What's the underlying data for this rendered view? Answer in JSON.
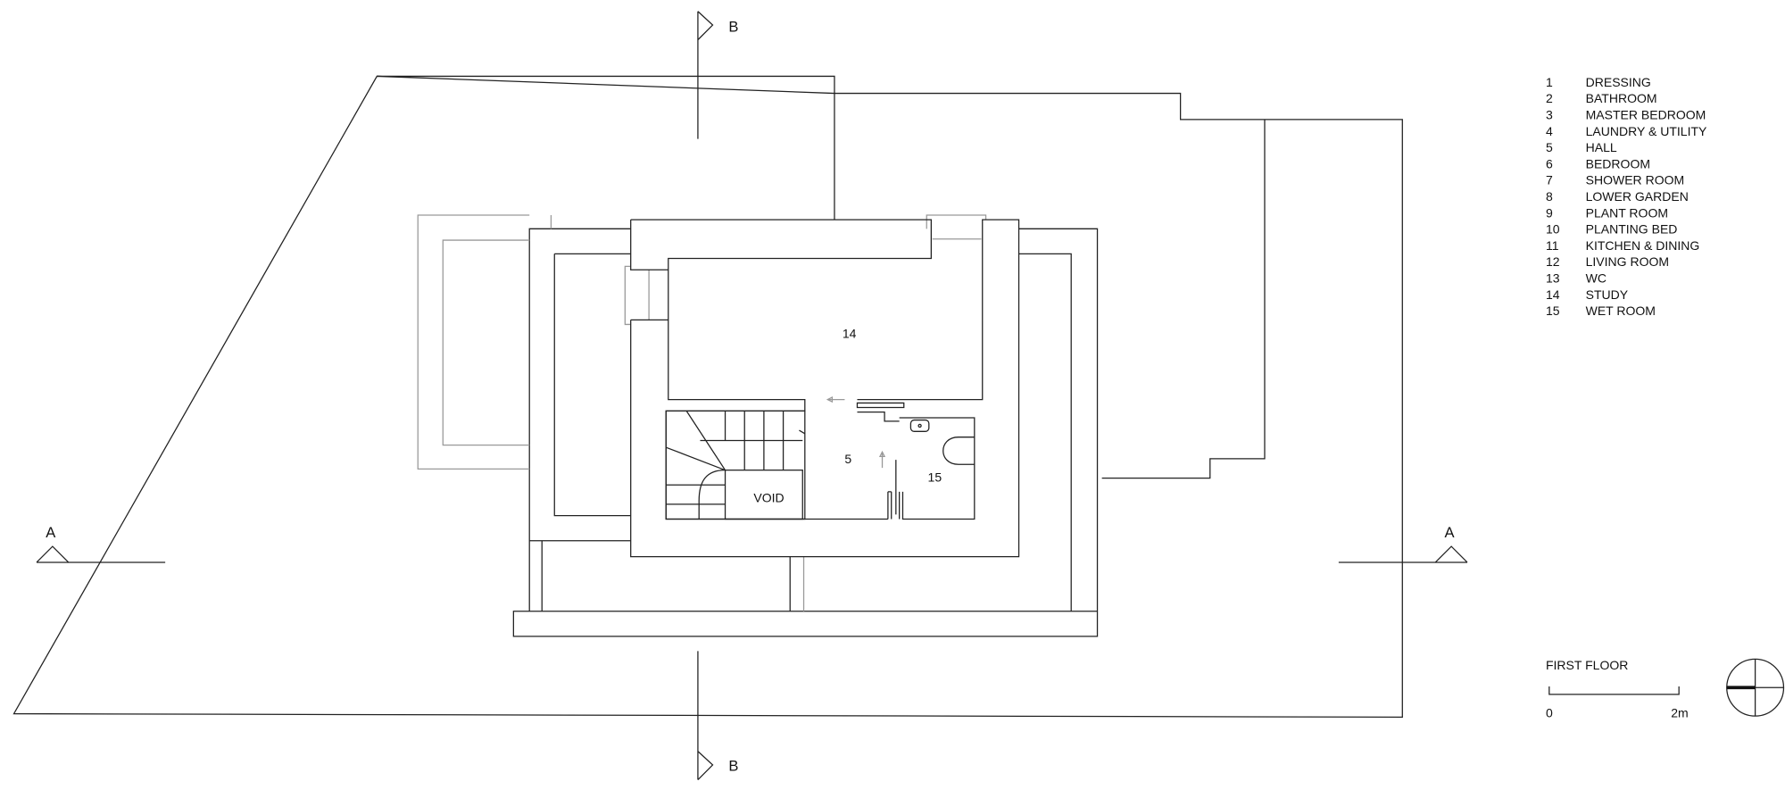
{
  "plan": {
    "title": "FIRST FLOOR",
    "section_marks": {
      "a": "A",
      "b": "B"
    },
    "room_labels": {
      "study": "14",
      "hall": "5",
      "wet_room": "15",
      "void": "VOID"
    },
    "scale_bar": {
      "start": "0",
      "end": "2m"
    }
  },
  "legend": [
    {
      "num": "1",
      "name": "DRESSING"
    },
    {
      "num": "2",
      "name": "BATHROOM"
    },
    {
      "num": "3",
      "name": "MASTER BEDROOM"
    },
    {
      "num": "4",
      "name": "LAUNDRY & UTILITY"
    },
    {
      "num": "5",
      "name": "HALL"
    },
    {
      "num": "6",
      "name": "BEDROOM"
    },
    {
      "num": "7",
      "name": "SHOWER ROOM"
    },
    {
      "num": "8",
      "name": "LOWER GARDEN"
    },
    {
      "num": "9",
      "name": "PLANT ROOM"
    },
    {
      "num": "10",
      "name": "PLANTING BED"
    },
    {
      "num": "11",
      "name": "KITCHEN & DINING"
    },
    {
      "num": "12",
      "name": "LIVING ROOM"
    },
    {
      "num": "13",
      "name": "WC"
    },
    {
      "num": "14",
      "name": "STUDY"
    },
    {
      "num": "15",
      "name": "WET ROOM"
    }
  ]
}
